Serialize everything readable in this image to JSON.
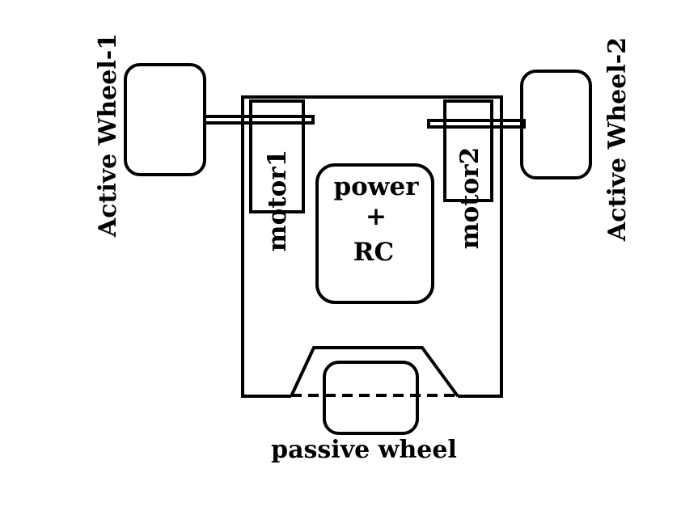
{
  "labels": {
    "wheel_left": "Active Wheel-1",
    "wheel_right": "Active Wheel-2",
    "motor_left": "motor1",
    "motor_right": "motor2",
    "center_line1": "power",
    "center_line2": "+",
    "center_line3": "RC",
    "bottom_wheel": "passive wheel"
  }
}
